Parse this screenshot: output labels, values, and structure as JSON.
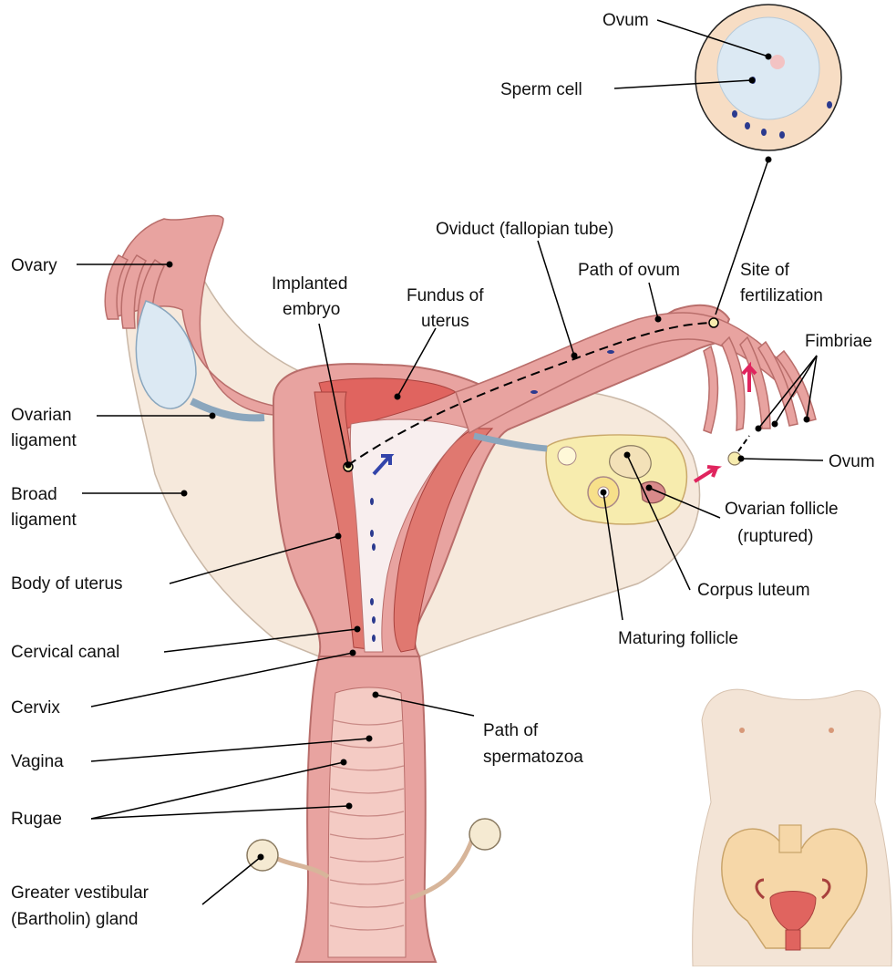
{
  "labels": {
    "ovum_top": "Ovum",
    "sperm_cell": "Sperm cell",
    "oviduct": "Oviduct (fallopian tube)",
    "path_of_ovum": "Path of ovum",
    "site_of_fertilization_1": "Site of",
    "site_of_fertilization_2": "fertilization",
    "fimbriae": "Fimbriae",
    "implanted_embryo_1": "Implanted",
    "implanted_embryo_2": "embryo",
    "fundus_1": "Fundus of",
    "fundus_2": "uterus",
    "ovary": "Ovary",
    "ovarian_ligament_1": "Ovarian",
    "ovarian_ligament_2": "ligament",
    "broad_ligament_1": "Broad",
    "broad_ligament_2": "ligament",
    "body_of_uterus": "Body of uterus",
    "cervical_canal": "Cervical canal",
    "cervix": "Cervix",
    "vagina": "Vagina",
    "rugae": "Rugae",
    "greater_vestibular_1": "Greater vestibular",
    "greater_vestibular_2": "(Bartholin) gland",
    "ovum_right": "Ovum",
    "ovarian_follicle_1": "Ovarian follicle",
    "ovarian_follicle_2": "(ruptured)",
    "corpus_luteum": "Corpus luteum",
    "maturing_follicle": "Maturing follicle",
    "path_of_spermatozoa_1": "Path of",
    "path_of_spermatozoa_2": "spermatozoa"
  },
  "colors": {
    "tissue_pink": "#e8a3a0",
    "tissue_dark": "#d9807b",
    "muscle_red": "#e0645f",
    "ligament_cream": "#f6e9dc",
    "ovary_yellow": "#f7ecae",
    "ovum_blue": "#dce9f3",
    "skin": "#f3e4d6",
    "pelvis_bone": "#f6d7a8",
    "arrow_blue": "#3344aa",
    "arrow_red": "#e0245e"
  }
}
